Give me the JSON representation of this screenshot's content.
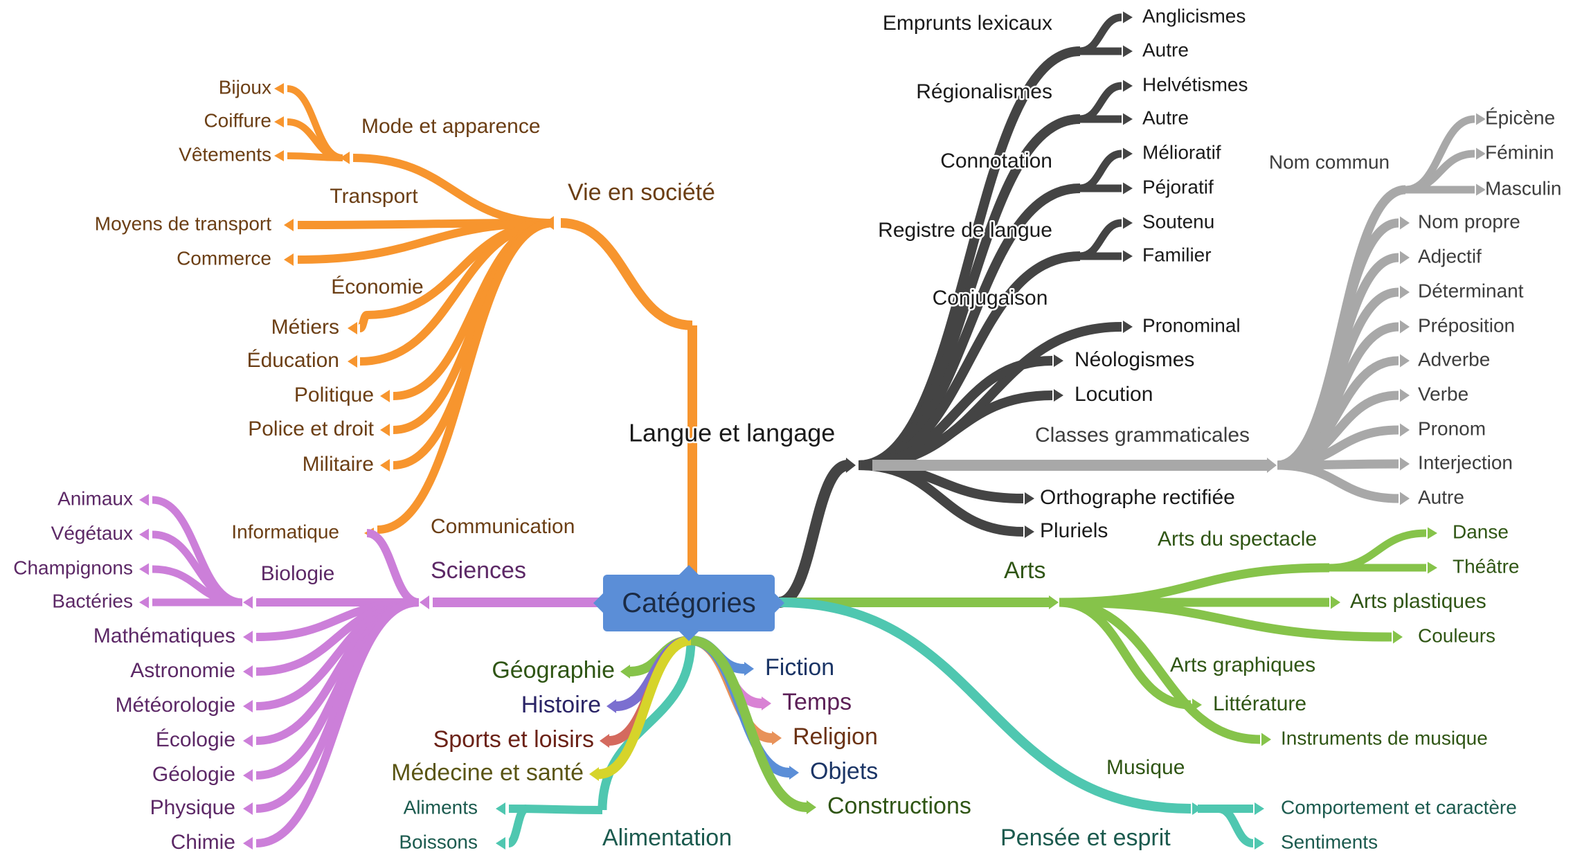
{
  "root": "Catégories",
  "groups": [
    {
      "id": "vie",
      "color": "#f7952e",
      "text_color": "#6b3e14",
      "label": "Vie en société",
      "branches": [
        {
          "label": "Mode et apparence",
          "children": [
            "Bijoux",
            "Coiffure",
            "Vêtements"
          ]
        },
        {
          "label": "Transport",
          "children": [
            "Moyens de transport"
          ]
        },
        {
          "label": "Commerce",
          "children": []
        },
        {
          "label": "Économie",
          "children": [
            "Métiers"
          ]
        },
        {
          "label": "Éducation",
          "children": []
        },
        {
          "label": "Politique",
          "children": []
        },
        {
          "label": "Police et droit",
          "children": []
        },
        {
          "label": "Militaire",
          "children": []
        },
        {
          "label": "Communication",
          "children": [
            "Informatique"
          ]
        }
      ]
    },
    {
      "id": "langue",
      "color": "#444444",
      "text_color": "#1a1a1a",
      "label": "Langue et langage",
      "branches": [
        {
          "label": "Emprunts lexicaux",
          "children": [
            "Anglicismes",
            "Autre"
          ]
        },
        {
          "label": "Régionalismes",
          "children": [
            "Helvétismes",
            "Autre"
          ]
        },
        {
          "label": "Connotation",
          "children": [
            "Mélioratif",
            "Péjoratif"
          ]
        },
        {
          "label": "Registre de langue",
          "children": [
            "Soutenu",
            "Familier"
          ]
        },
        {
          "label": "Conjugaison",
          "children": [
            "Pronominal"
          ]
        },
        {
          "label": "Néologismes",
          "children": []
        },
        {
          "label": "Locution",
          "children": []
        },
        {
          "label": "Classes grammaticales",
          "children": []
        },
        {
          "label": "Orthographe rectifiée",
          "children": []
        },
        {
          "label": "Pluriels",
          "children": []
        }
      ]
    },
    {
      "id": "classes",
      "color": "#a8a8a8",
      "text_color": "#3d3d3d",
      "label": "Classes grammaticales",
      "branches": [
        {
          "label": "Nom commun",
          "children": [
            "Épicène",
            "Féminin",
            "Masculin"
          ]
        },
        {
          "label": "Nom propre",
          "children": []
        },
        {
          "label": "Adjectif",
          "children": []
        },
        {
          "label": "Déterminant",
          "children": []
        },
        {
          "label": "Préposition",
          "children": []
        },
        {
          "label": "Adverbe",
          "children": []
        },
        {
          "label": "Verbe",
          "children": []
        },
        {
          "label": "Pronom",
          "children": []
        },
        {
          "label": "Interjection",
          "children": []
        },
        {
          "label": "Autre",
          "children": []
        }
      ]
    },
    {
      "id": "sciences",
      "color": "#cc7fd9",
      "text_color": "#5c2866",
      "label": "Sciences",
      "branches": [
        {
          "label": "Biologie",
          "children": [
            "Animaux",
            "Végétaux",
            "Champignons",
            "Bactéries"
          ]
        },
        {
          "label": "Mathématiques",
          "children": []
        },
        {
          "label": "Astronomie",
          "children": []
        },
        {
          "label": "Météorologie",
          "children": []
        },
        {
          "label": "Écologie",
          "children": []
        },
        {
          "label": "Géologie",
          "children": []
        },
        {
          "label": "Physique",
          "children": []
        },
        {
          "label": "Chimie",
          "children": []
        }
      ]
    },
    {
      "id": "arts",
      "color": "#86c34a",
      "text_color": "#2f5514",
      "label": "Arts",
      "branches": [
        {
          "label": "Arts du spectacle",
          "children": [
            "Danse",
            "Théâtre"
          ]
        },
        {
          "label": "Arts plastiques",
          "children": []
        },
        {
          "label": "Couleurs",
          "children": []
        },
        {
          "label": "Arts graphiques",
          "children": [
            "Littérature"
          ]
        },
        {
          "label": "Instruments de musique",
          "children": []
        },
        {
          "label": "Musique",
          "children": []
        }
      ]
    },
    {
      "id": "pensee",
      "color": "#4fc7b0",
      "text_color": "#1b5a4e",
      "label": "Pensée et esprit",
      "branches": [
        {
          "label": "Comportement et caractère",
          "children": []
        },
        {
          "label": "Sentiments",
          "children": []
        }
      ]
    },
    {
      "id": "alimentation",
      "color": "#4fc7b0",
      "text_color": "#1b5a4e",
      "label": "Alimentation",
      "branches": [
        {
          "label": "Aliments",
          "children": []
        },
        {
          "label": "Boissons",
          "children": []
        }
      ]
    }
  ],
  "bottom_topics": [
    {
      "label": "Géographie",
      "color": "#86c34a",
      "text_color": "#2f5514"
    },
    {
      "label": "Histoire",
      "color": "#7b6fd0",
      "text_color": "#2a2466"
    },
    {
      "label": "Sports et loisirs",
      "color": "#d46a5e",
      "text_color": "#6b2217"
    },
    {
      "label": "Médecine et santé",
      "color": "#d6d42a",
      "text_color": "#5a5514"
    },
    {
      "label": "Fiction",
      "color": "#5b8ed7",
      "text_color": "#1b3566"
    },
    {
      "label": "Temps",
      "color": "#d982d4",
      "text_color": "#5c1f57"
    },
    {
      "label": "Religion",
      "color": "#e8925a",
      "text_color": "#6b3214"
    },
    {
      "label": "Objets",
      "color": "#5b8ed7",
      "text_color": "#1b3566"
    },
    {
      "label": "Constructions",
      "color": "#86c34a",
      "text_color": "#2f5514"
    }
  ]
}
